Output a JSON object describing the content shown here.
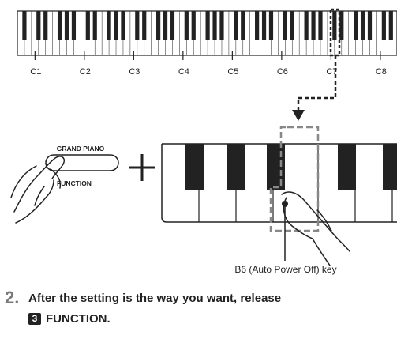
{
  "keyboard": {
    "octave_labels": [
      "C1",
      "C2",
      "C3",
      "C4",
      "C5",
      "C6",
      "C7",
      "C8"
    ]
  },
  "buttons": {
    "top_label": "GRAND PIANO",
    "bottom_label": "FUNCTION",
    "combine_symbol": "+"
  },
  "callout": {
    "key_label": "B6 (Auto Power Off) key"
  },
  "step": {
    "number": "2.",
    "line1": "After the setting is the way you want, release",
    "button_number": "3",
    "button_name": "FUNCTION",
    "end_punct": "."
  }
}
